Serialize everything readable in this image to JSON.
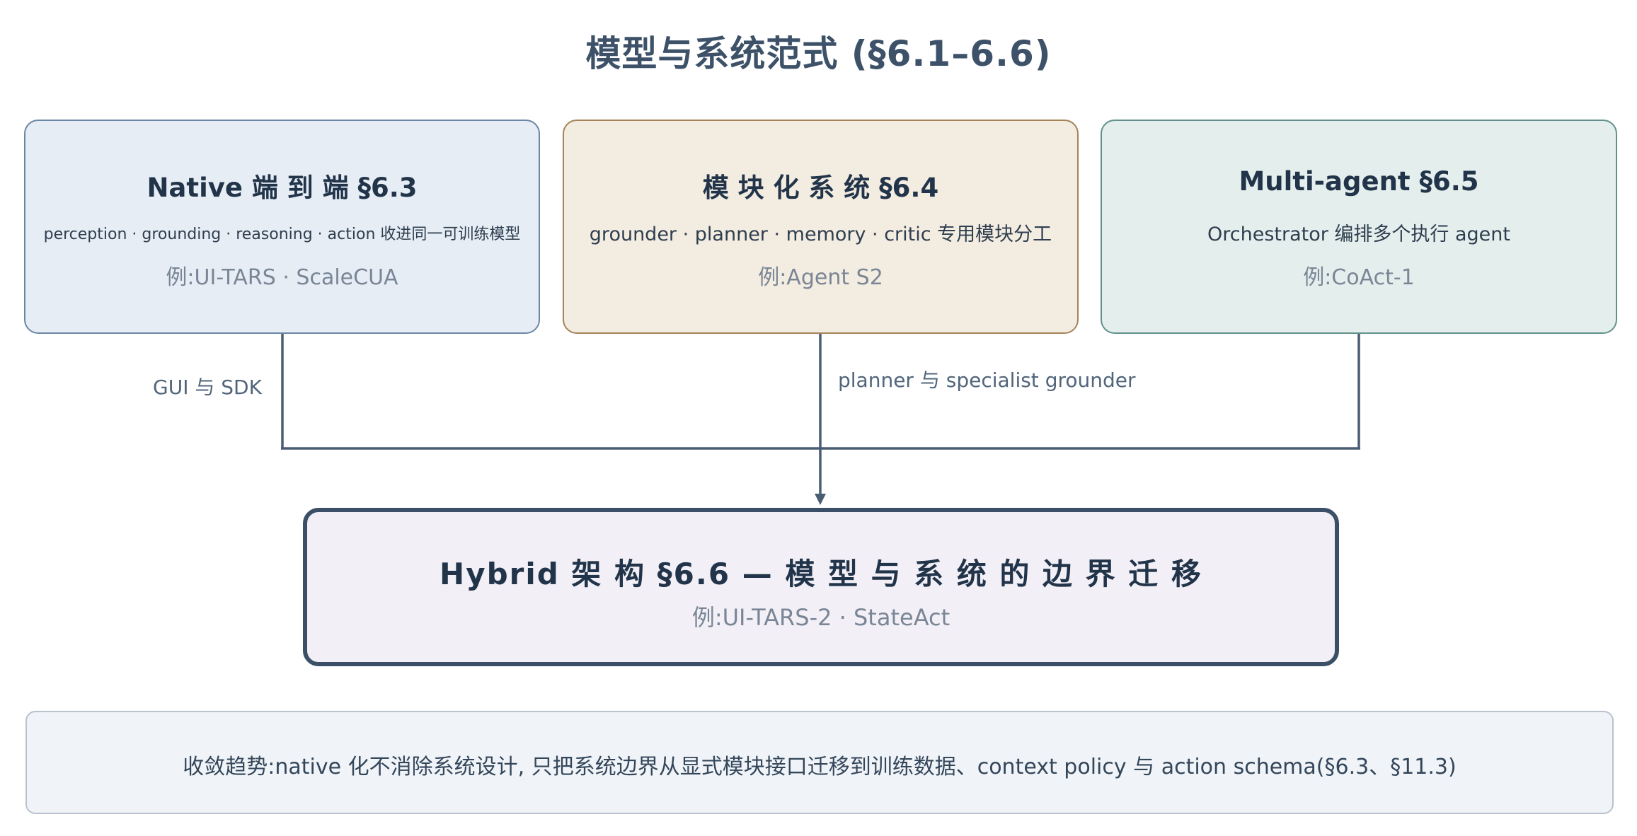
{
  "title": "模型与系统范式 (§6.1–6.6)",
  "native": {
    "heading": "Native 端 到 端 §6.3",
    "description": "perception · grounding · reasoning · action 收进同一可训练模型",
    "example": "例:UI-TARS · ScaleCUA"
  },
  "modular": {
    "heading": "模 块 化 系 统 §6.4",
    "description": "grounder · planner · memory · critic 专用模块分工",
    "example": "例:Agent S2"
  },
  "multi_agent": {
    "heading": "Multi-agent §6.5",
    "description": "Orchestrator 编排多个执行 agent",
    "example": "例:CoAct-1"
  },
  "edge_labels": {
    "gui_sdk": "GUI 与 SDK",
    "planner_grounder": "planner 与 specialist grounder"
  },
  "hybrid": {
    "heading": "Hybrid 架 构 §6.6 — 模 型 与 系 统 的 边 界 迁 移",
    "example": "例:UI-TARS-2 · StateAct"
  },
  "footer": {
    "text": "收敛趋势:native 化不消除系统设计, 只把系统边界从显式模块接口迁移到训练数据、context policy 与 action schema(§6.3、§11.3)"
  },
  "colors": {
    "native_fill": "#e6edf5",
    "modular_fill": "#f3ece0",
    "multi_fill": "#e4efed",
    "hybrid_fill": "#f2f0f6",
    "connector": "#4a5d72"
  }
}
